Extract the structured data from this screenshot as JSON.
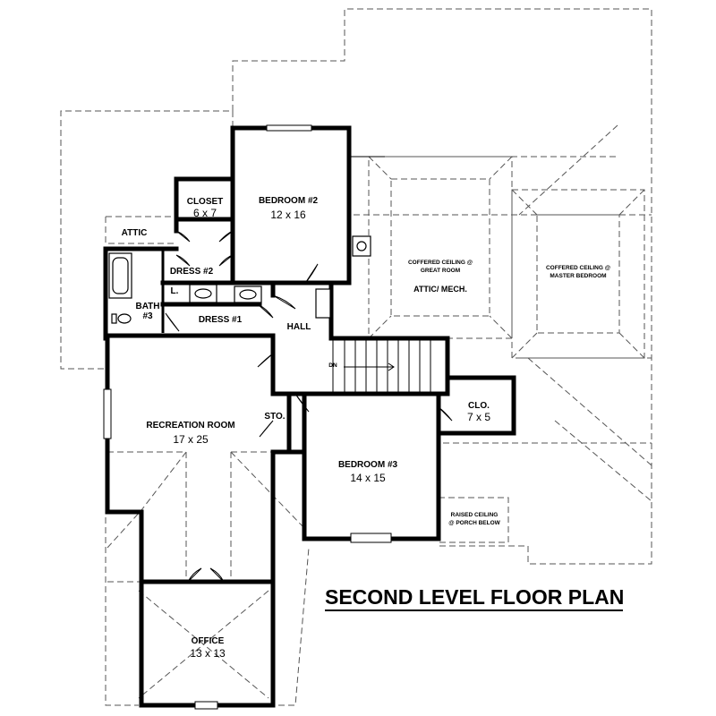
{
  "title": "SECOND LEVEL FLOOR PLAN",
  "rooms": {
    "bedroom2": {
      "name": "BEDROOM #2",
      "size": "12 x 16"
    },
    "closet": {
      "name": "CLOSET",
      "size": "6 x 7"
    },
    "attic": {
      "name": "ATTIC"
    },
    "dress2": {
      "name": "DRESS #2"
    },
    "linen": {
      "name": "L."
    },
    "bath3": {
      "name": "BATH",
      "num": "#3"
    },
    "dress1": {
      "name": "DRESS #1"
    },
    "hall": {
      "name": "HALL"
    },
    "stair": {
      "label": "DN"
    },
    "recreation": {
      "name": "RECREATION ROOM",
      "size": "17 x 25"
    },
    "storage": {
      "name": "STO."
    },
    "bedroom3": {
      "name": "BEDROOM #3",
      "size": "14 x 15"
    },
    "clo": {
      "name": "CLO.",
      "size": "7 x 5"
    },
    "office": {
      "name": "OFFICE",
      "size": "13 x 13"
    }
  },
  "notes": {
    "great_room_line1": "COFFERED CEILING @",
    "great_room_line2": "GREAT ROOM",
    "attic_mech": "ATTIC/ MECH.",
    "master_line1": "COFFERED CEILING @",
    "master_line2": "MASTER BEDROOM",
    "porch_line1": "RAISED CEILING",
    "porch_line2": "@ PORCH BELOW"
  }
}
